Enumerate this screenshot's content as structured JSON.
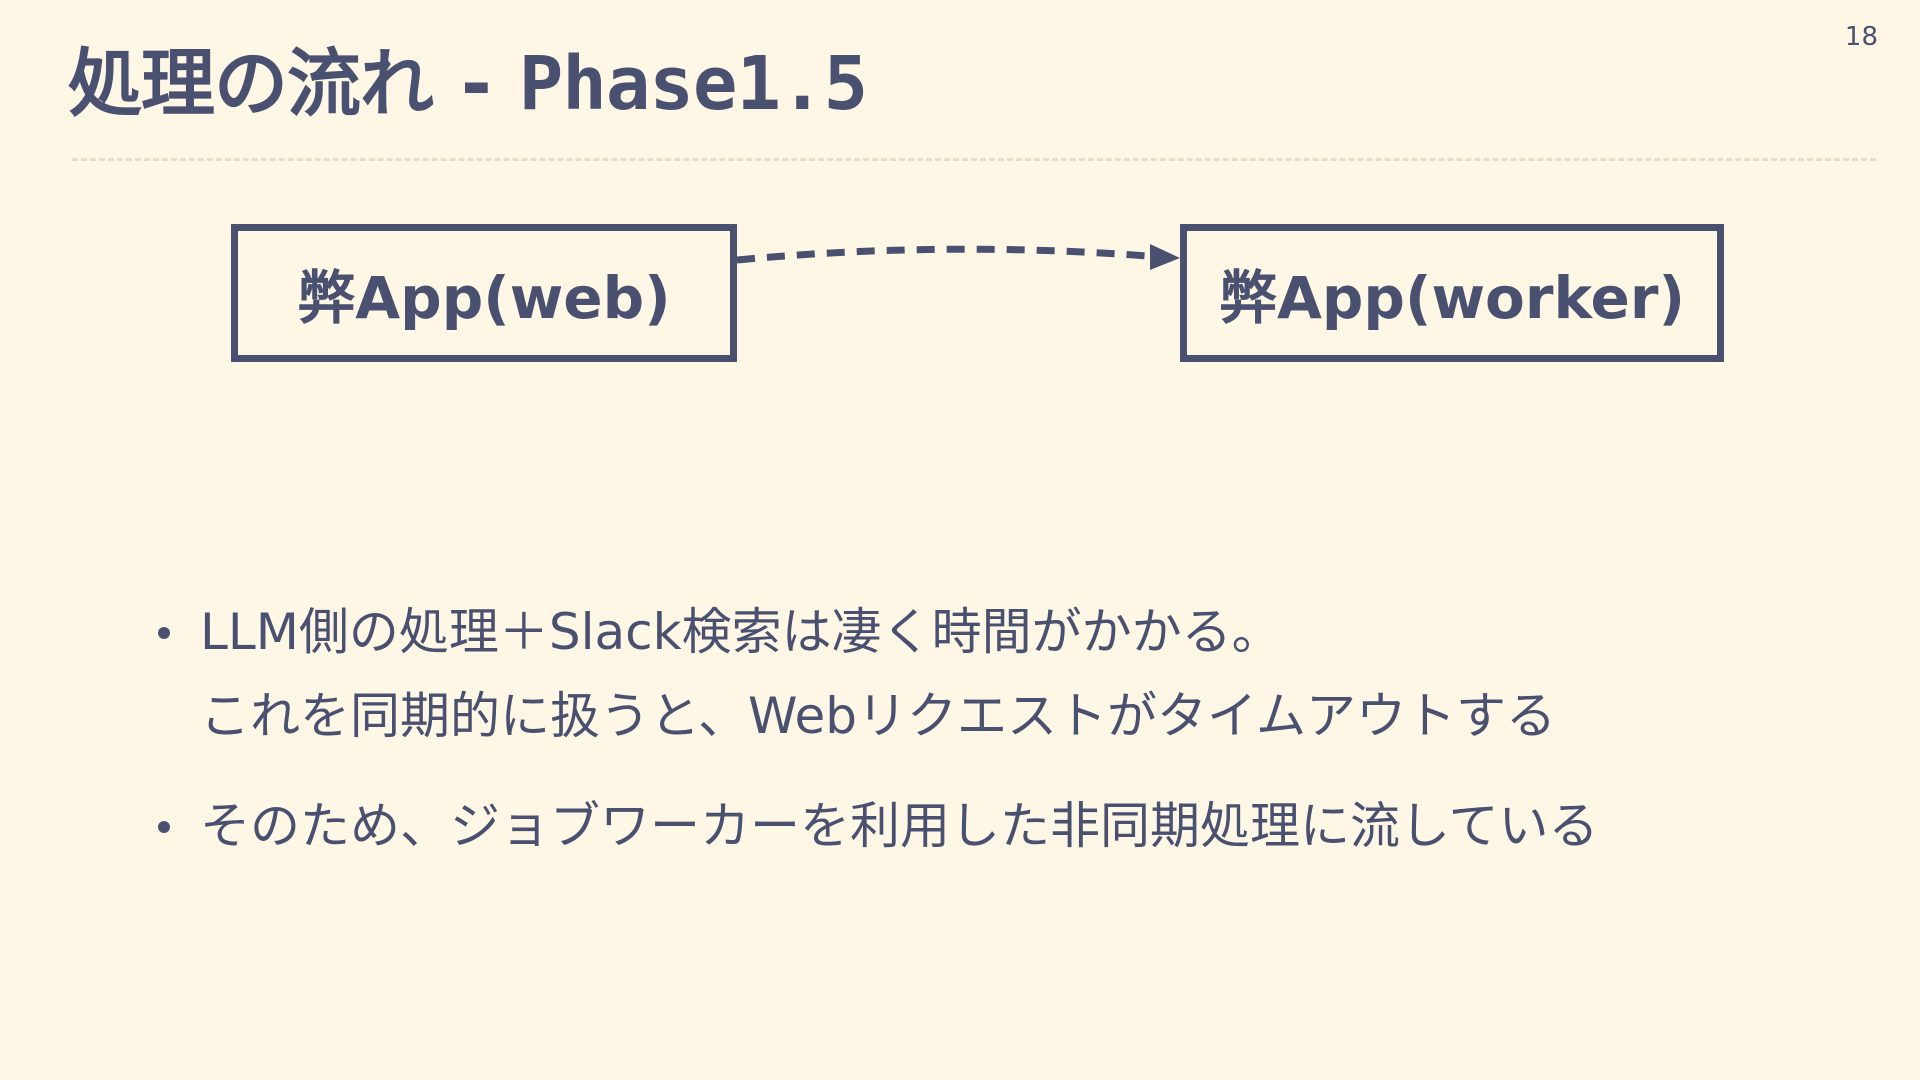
{
  "slide": {
    "page_number": "18",
    "title_main": "処理の流れ",
    "title_separator": "-",
    "title_phase": "Phase1.5"
  },
  "diagram": {
    "web_box_label": "弊App(web)",
    "worker_box_label": "弊App(worker)",
    "arrow_style": "dashed",
    "arrow_icon": "arrowhead-right-icon"
  },
  "bullets": [
    {
      "line1": "LLM側の処理＋Slack検索は凄く時間がかかる。",
      "line2": "これを同期的に扱うと、Webリクエストがタイムアウトする"
    },
    {
      "line1": "そのため、ジョブワーカーを利用した非同期処理に流している"
    }
  ],
  "colors": {
    "background": "#fff7e6",
    "text": "#4a5170",
    "divider": "#e9dcc6"
  }
}
